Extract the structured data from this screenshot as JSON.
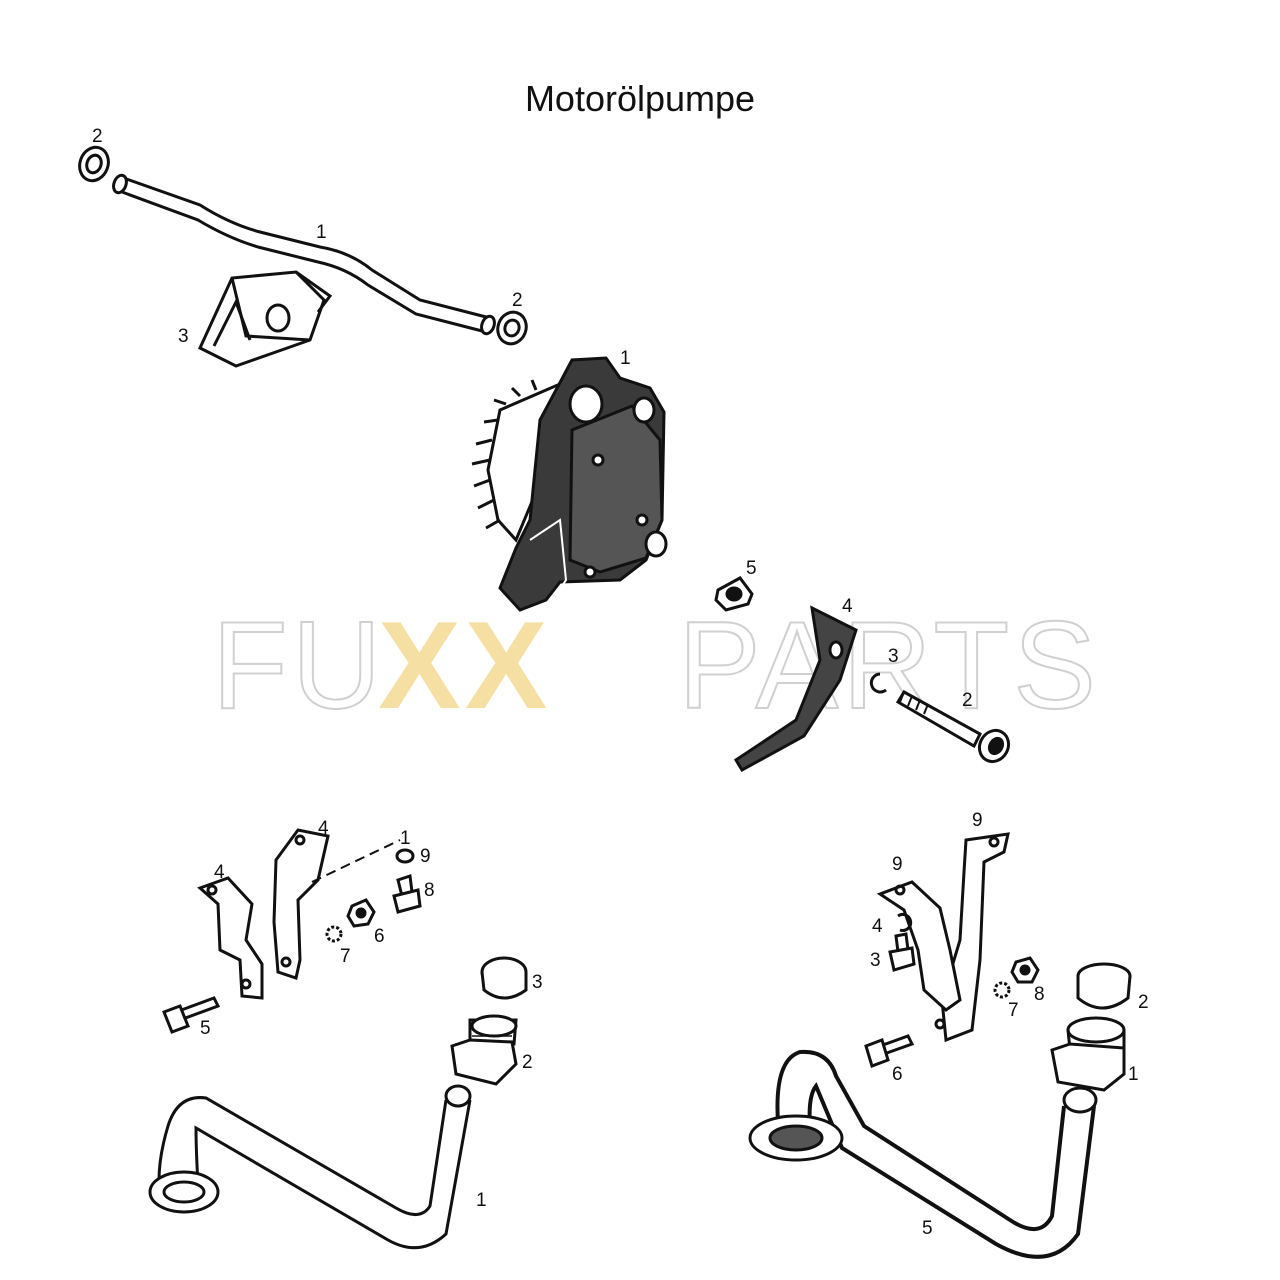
{
  "title": "Motorölpumpe",
  "watermark": {
    "left": "FU",
    "middle": "XX",
    "right": "PARTS",
    "outline_color": "#d8d8d8",
    "accent_color": "#f6dfa3"
  },
  "groups": [
    {
      "name": "oil-line",
      "callouts": [
        "2",
        "1",
        "2",
        "3"
      ]
    },
    {
      "name": "oil-pump",
      "callouts": [
        "1",
        "5",
        "4",
        "3",
        "2"
      ]
    },
    {
      "name": "suction-pipe-left",
      "callouts": [
        "4",
        "4",
        "1",
        "9",
        "8",
        "6",
        "7",
        "3",
        "5",
        "2",
        "1"
      ]
    },
    {
      "name": "suction-pipe-right",
      "callouts": [
        "9",
        "9",
        "4",
        "3",
        "8",
        "7",
        "2",
        "1",
        "6",
        "5"
      ]
    }
  ]
}
